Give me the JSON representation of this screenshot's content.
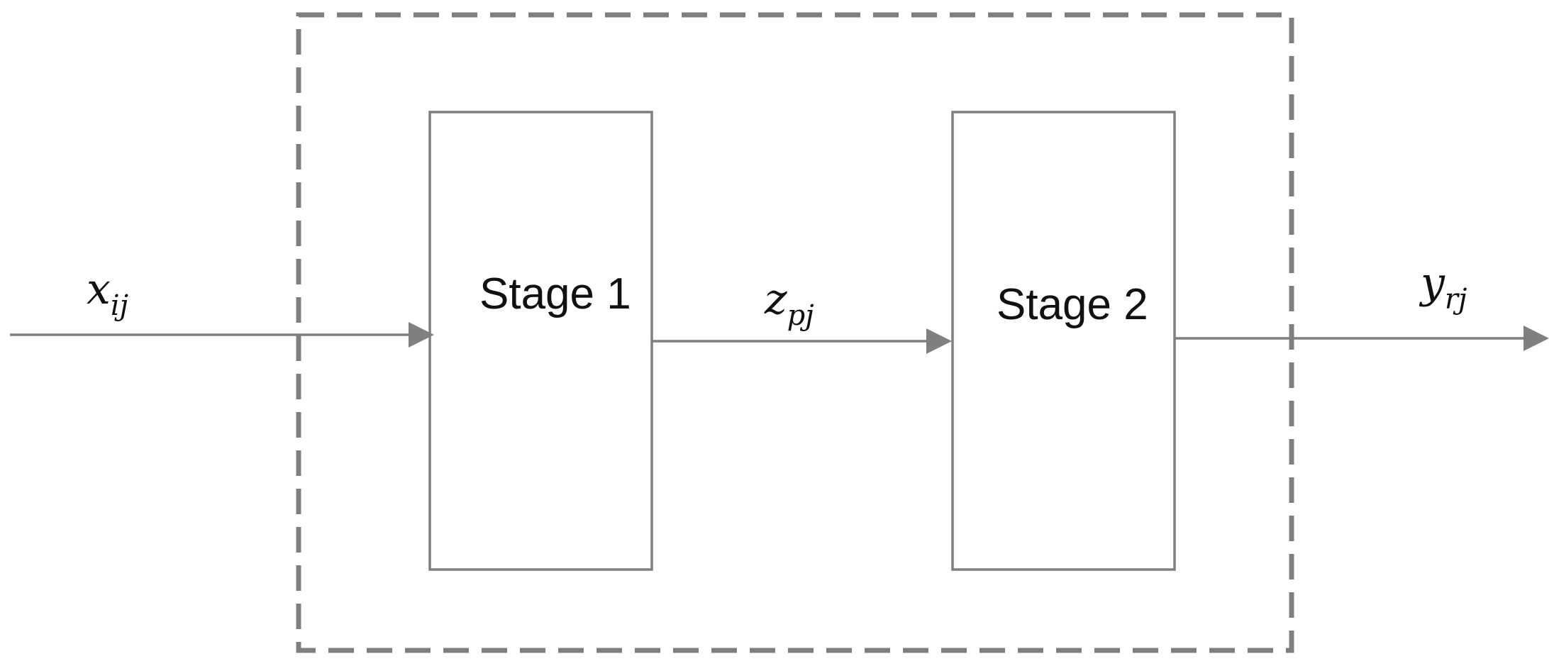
{
  "diagram": {
    "stages": [
      {
        "label": "Stage 1"
      },
      {
        "label": "Stage 2"
      }
    ],
    "variables": {
      "input": {
        "symbol": "x",
        "subscript": "ij"
      },
      "intermediate": {
        "symbol": "z",
        "subscript": "pj"
      },
      "output": {
        "symbol": "y",
        "subscript": "rj"
      }
    },
    "colors": {
      "line": "#7f7f7f",
      "text": "#111111",
      "background": "#ffffff"
    }
  }
}
